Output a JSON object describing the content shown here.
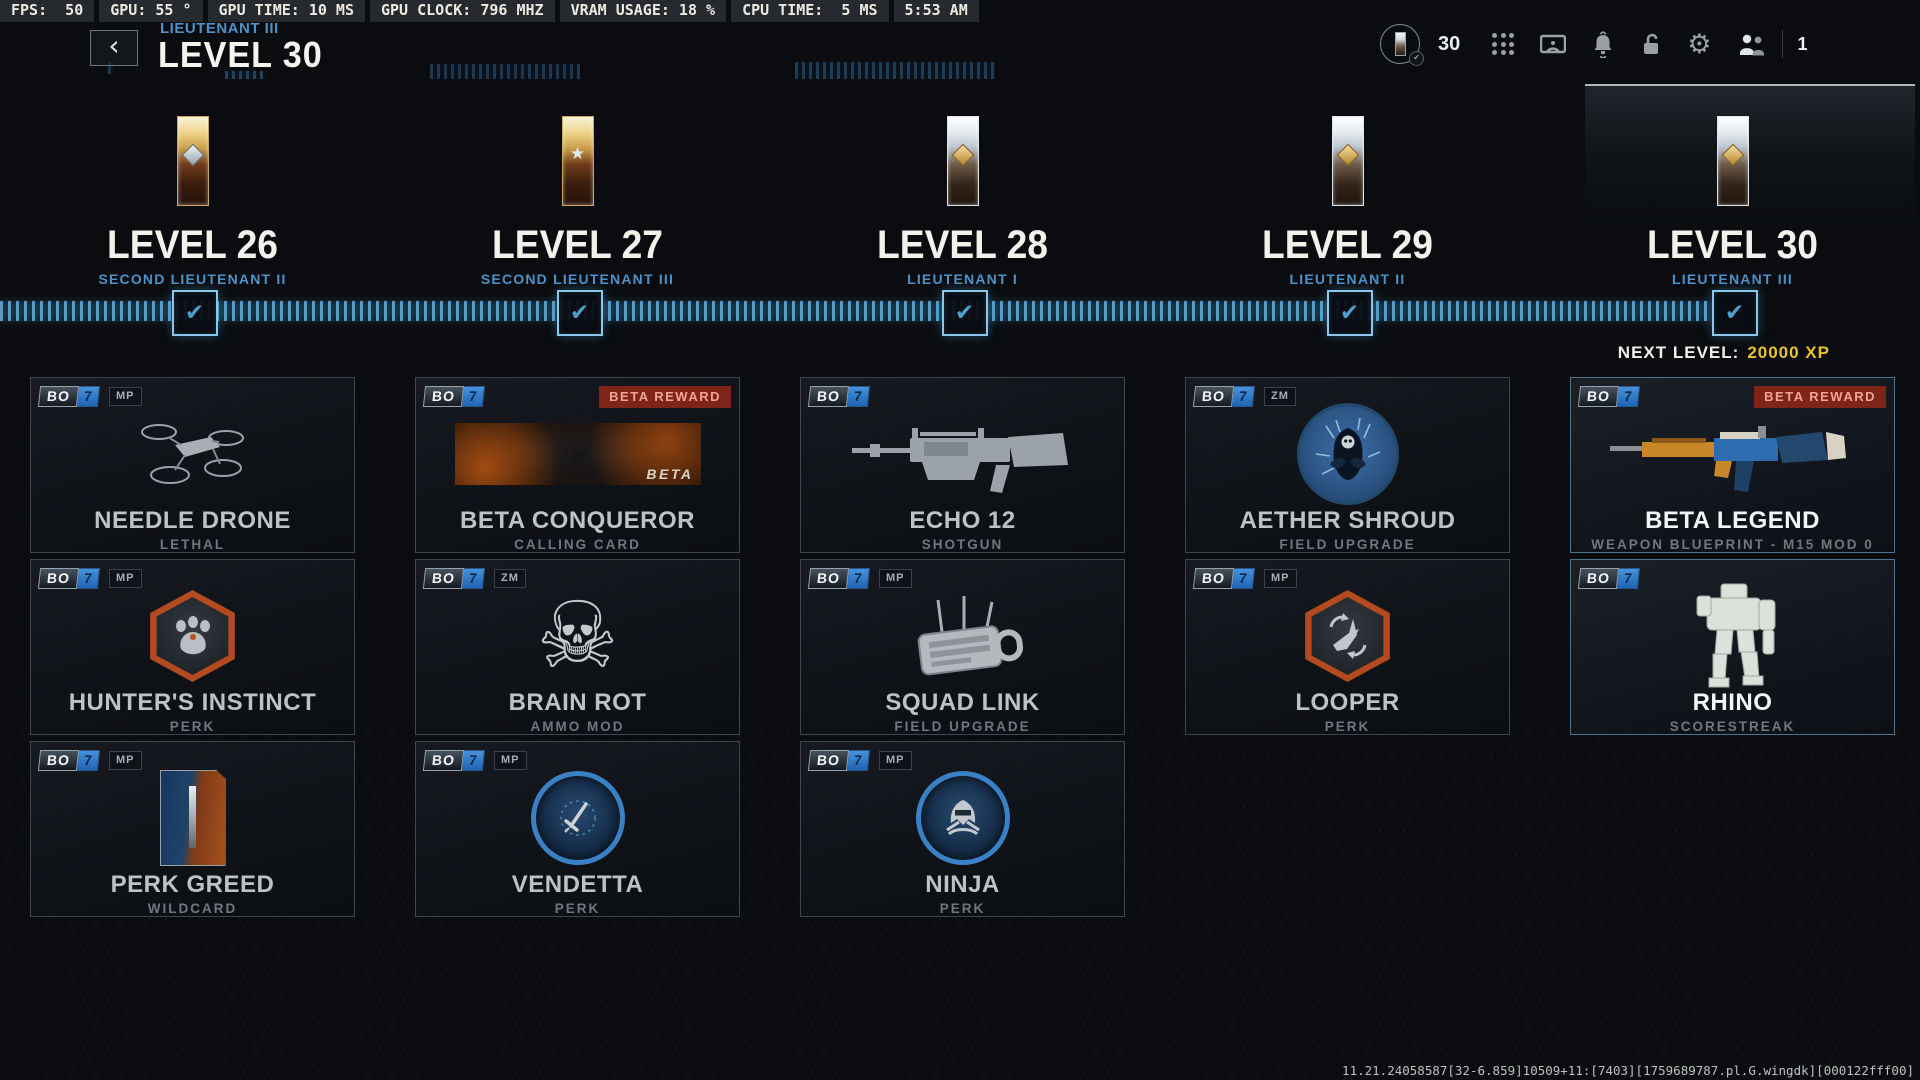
{
  "debug_bar": {
    "segments": [
      "FPS:  50",
      "GPU: 55 °",
      "GPU TIME: 10 MS",
      "GPU CLOCK: 796 MHZ",
      "VRAM USAGE: 18 %",
      "CPU TIME:  5 MS",
      "5:53 AM"
    ]
  },
  "header": {
    "back_icon": "chevron-left",
    "rank_subtitle": "LIEUTENANT III",
    "title": "LEVEL 30"
  },
  "hud": {
    "player_level": "30",
    "friends_count": "1",
    "icons": [
      "player-rank-emblem",
      "apps-grid",
      "photo-mode",
      "notifications",
      "unlocked-padlock",
      "settings-gear",
      "social-friends"
    ]
  },
  "levels": [
    {
      "label": "LEVEL 26",
      "rank": "SECOND LIEUTENANT II",
      "bar": "gold",
      "symbol": "diamond",
      "checked": true
    },
    {
      "label": "LEVEL 27",
      "rank": "SECOND LIEUTENANT III",
      "bar": "gold",
      "symbol": "star",
      "checked": true
    },
    {
      "label": "LEVEL 28",
      "rank": "LIEUTENANT I",
      "bar": "silver",
      "symbol": "diamond",
      "checked": true
    },
    {
      "label": "LEVEL 29",
      "rank": "LIEUTENANT II",
      "bar": "silver",
      "symbol": "diamond",
      "checked": true
    },
    {
      "label": "LEVEL 30",
      "rank": "LIEUTENANT III",
      "bar": "silver",
      "symbol": "diamond",
      "checked": true
    }
  ],
  "next_level": {
    "label": "NEXT LEVEL:",
    "value": "20000 XP"
  },
  "card_brand": {
    "bo": "BO",
    "seven": "7"
  },
  "reward_columns": [
    {
      "highlight": false,
      "cards": [
        {
          "tag": "MP",
          "title": "NEEDLE DRONE",
          "subtitle": "LETHAL",
          "icon": "needle-drone"
        },
        {
          "tag": "MP",
          "title": "HUNTER'S INSTINCT",
          "subtitle": "PERK",
          "icon": "paw-hex"
        },
        {
          "tag": "MP",
          "title": "PERK GREED",
          "subtitle": "WILDCARD",
          "icon": "wildcard-art"
        }
      ]
    },
    {
      "highlight": false,
      "cards": [
        {
          "banner": "BETA REWARD",
          "title": "BETA CONQUEROR",
          "subtitle": "CALLING CARD",
          "icon": "calling-card",
          "art_label": "BETA"
        },
        {
          "tag": "ZM",
          "title": "BRAIN ROT",
          "subtitle": "AMMO MOD",
          "icon": "skull"
        },
        {
          "tag": "MP",
          "title": "VENDETTA",
          "subtitle": "PERK",
          "icon": "vendetta"
        }
      ]
    },
    {
      "highlight": false,
      "cards": [
        {
          "title": "ECHO 12",
          "subtitle": "SHOTGUN",
          "icon": "shotgun"
        },
        {
          "tag": "MP",
          "title": "SQUAD LINK",
          "subtitle": "FIELD UPGRADE",
          "icon": "squad-link"
        },
        {
          "tag": "MP",
          "title": "NINJA",
          "subtitle": "PERK",
          "icon": "ninja"
        }
      ]
    },
    {
      "highlight": false,
      "cards": [
        {
          "tag": "ZM",
          "title": "AETHER SHROUD",
          "subtitle": "FIELD UPGRADE",
          "icon": "aether-shroud"
        },
        {
          "tag": "MP",
          "title": "LOOPER",
          "subtitle": "PERK",
          "icon": "looper"
        }
      ]
    },
    {
      "highlight": true,
      "cards": [
        {
          "banner": "BETA REWARD",
          "title": "BETA LEGEND",
          "subtitle": "WEAPON BLUEPRINT - M15 MOD 0",
          "icon": "blueprint-gun"
        },
        {
          "title": "RHINO",
          "subtitle": "SCORESTREAK",
          "icon": "rhino-mech"
        }
      ]
    }
  ],
  "footer": {
    "build_string": "11.21.24058587[32-6.859]10509+11:[7403][1759689787.pl.G.wingdk][000122fff00]"
  },
  "colors": {
    "accent_blue": "#4c92c8",
    "xp_yellow": "#e8c42c",
    "timeline_blue": "#5caede",
    "beta_banner_bg": "#7e2418",
    "beta_banner_text": "#f2a492",
    "bo7_blue": "#2f7ed2",
    "card_border": "#41464d",
    "highlight_border": "#50748e"
  }
}
